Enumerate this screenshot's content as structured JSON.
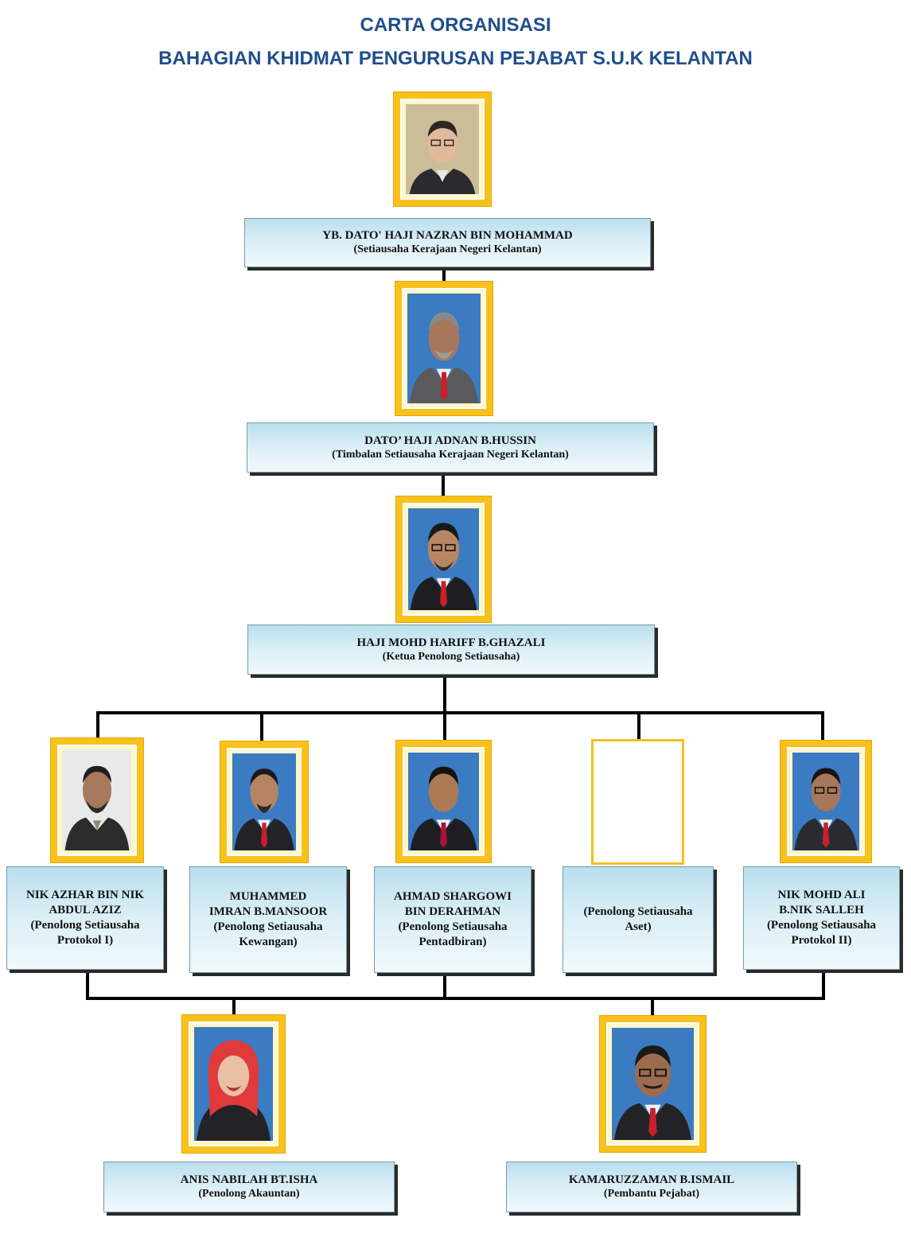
{
  "title": {
    "line1": "CARTA ORGANISASI",
    "line2": "BAHAGIAN KHIDMAT PENGURUSAN PEJABAT S.U.K KELANTAN"
  },
  "level1": {
    "name": "YB. DATO' HAJI NAZRAN BIN MOHAMMAD",
    "role": "(Setiausaha Kerajaan Negeri Kelantan)"
  },
  "level2": {
    "name": "DATO’ HAJI ADNAN B.HUSSIN",
    "role": "(Timbalan Setiausaha Kerajaan Negeri Kelantan)"
  },
  "level3": {
    "name": "HAJI MOHD HARIFF B.GHAZALI",
    "role": "(Ketua Penolong Setiausaha)"
  },
  "level4": [
    {
      "name1": "NIK AZHAR BIN NIK",
      "name2": "ABDUL AZIZ",
      "role1": "(Penolong Setiausaha",
      "role2": "Protokol I)"
    },
    {
      "name1": "MUHAMMED",
      "name2": "IMRAN B.MANSOOR",
      "role1": "(Penolong Setiausaha",
      "role2": "Kewangan)"
    },
    {
      "name1": "AHMAD SHARGOWI",
      "name2": "BIN DERAHMAN",
      "role1": "(Penolong Setiausaha",
      "role2": "Pentadbiran)"
    },
    {
      "name1": "",
      "name2": "",
      "role1": "(Penolong Setiausaha",
      "role2": "Aset)"
    },
    {
      "name1": "NIK MOHD ALI",
      "name2": "B.NIK SALLEH",
      "role1": "(Penolong Setiausaha",
      "role2": "Protokol II)"
    }
  ],
  "level5": [
    {
      "name": "ANIS NABILAH BT.ISHA",
      "role": "(Penolong Akauntan)"
    },
    {
      "name": "KAMARUZZAMAN B.ISMAIL",
      "role": "(Pembantu Pejabat)"
    }
  ],
  "colors": {
    "title": "#1f4e8c",
    "frame": "#f9c11b",
    "box_top": "#b9dfee",
    "box_bottom": "#f1f9fc",
    "connector": "#000000"
  }
}
